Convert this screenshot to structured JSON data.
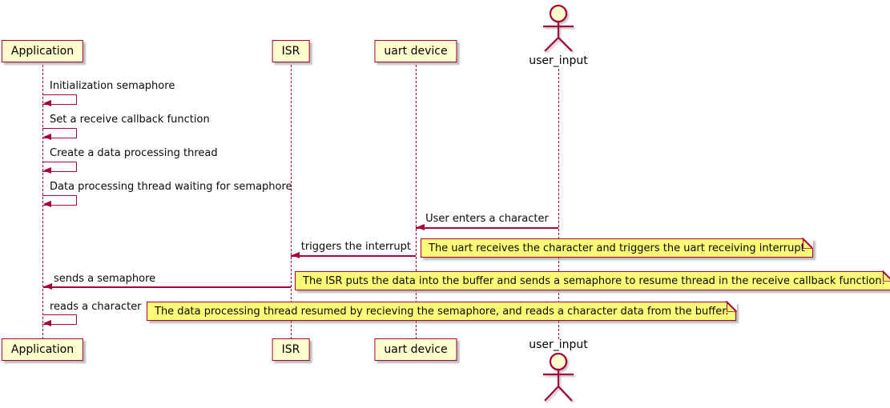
{
  "participants": [
    {
      "name": "Application",
      "type": "participant"
    },
    {
      "name": "ISR",
      "type": "participant"
    },
    {
      "name": "uart device",
      "type": "participant"
    },
    {
      "name": "user_input",
      "type": "actor"
    }
  ],
  "messages": [
    {
      "from": "Application",
      "to": "Application",
      "label": "Initialization semaphore"
    },
    {
      "from": "Application",
      "to": "Application",
      "label": "Set a receive callback function"
    },
    {
      "from": "Application",
      "to": "Application",
      "label": "Create a data processing thread"
    },
    {
      "from": "Application",
      "to": "Application",
      "label": "Data processing thread waiting for semaphore"
    },
    {
      "from": "user_input",
      "to": "uart device",
      "label": "User enters a character"
    },
    {
      "from": "uart device",
      "to": "ISR",
      "label": "triggers the interrupt"
    },
    {
      "from": "ISR",
      "to": "Application",
      "label": "sends a semaphore"
    },
    {
      "from": "Application",
      "to": "Application",
      "label": "reads a character"
    }
  ],
  "notes": [
    {
      "text": "The uart receives the character and triggers the uart receiving interrupt"
    },
    {
      "text": "The ISR puts the data into the buffer and sends a semaphore to resume thread in the receive callback function."
    },
    {
      "text": "The data processing thread resumed by recieving the semaphore, and reads a character data from the buffer."
    }
  ],
  "colors": {
    "border": "#A80036",
    "participant_fill": "#FEFECE",
    "note_fill": "#FBFB77",
    "text": "#000000",
    "background": "#FFFFFF"
  }
}
